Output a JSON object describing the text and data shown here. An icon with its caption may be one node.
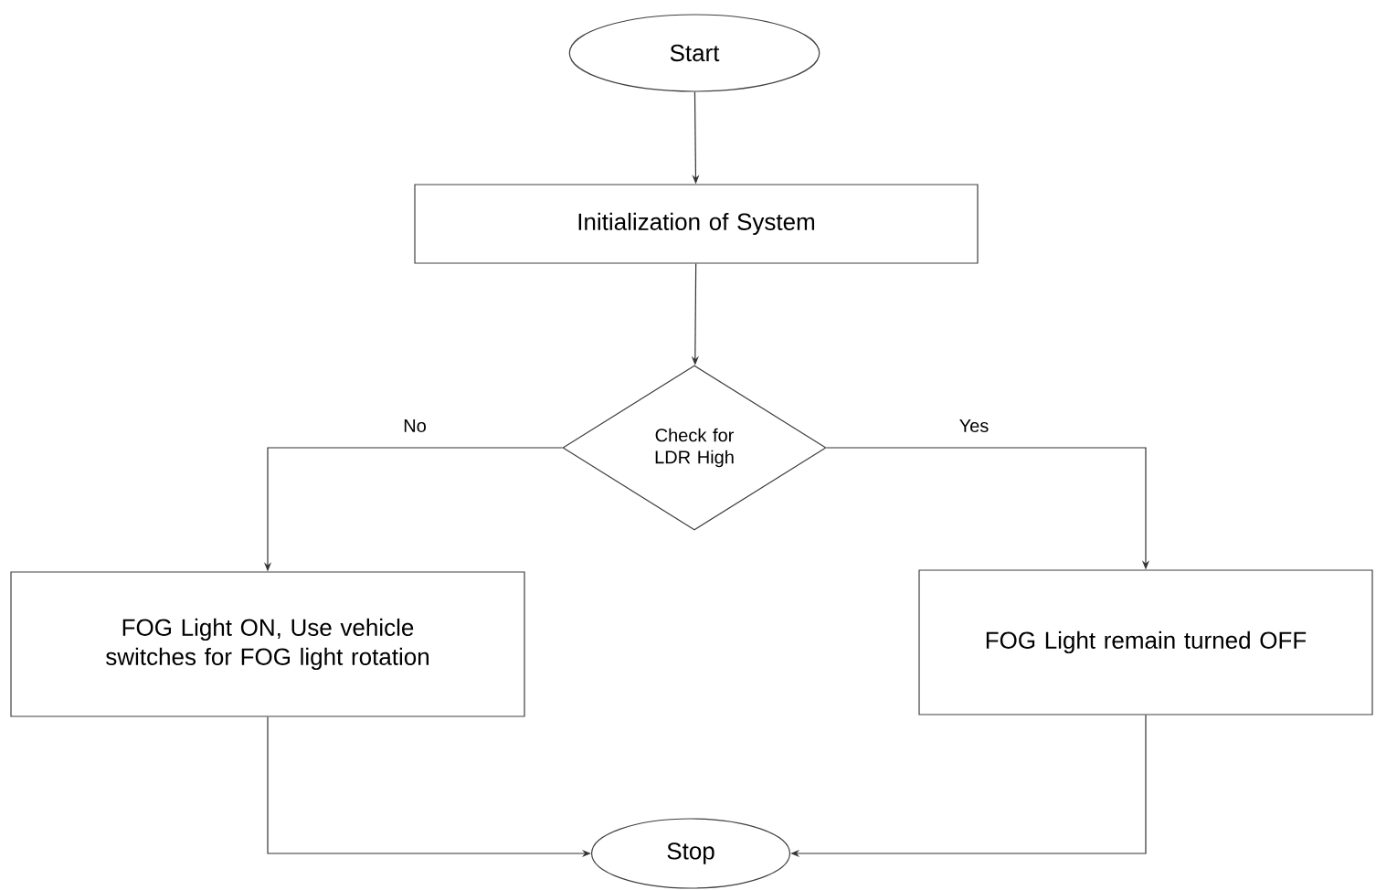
{
  "diagram": {
    "nodes": [
      {
        "text": [
          "Start"
        ]
      },
      {
        "text": [
          "Initialization of System"
        ]
      },
      {
        "text": [
          "Check for LDR High"
        ]
      },
      {
        "text": [
          "FOG Light ON, Use vehicle switches for FOG light rotation"
        ]
      },
      {
        "text": [
          "FOG Light remain turned OFF"
        ]
      },
      {
        "text": [
          "Stop"
        ]
      }
    ],
    "edges": [
      {
        "from": 0,
        "to": 1,
        "arrow": "to"
      },
      {
        "from": 1,
        "to": 2,
        "arrow": "to"
      },
      {
        "from": 2,
        "to": 3,
        "arrow": "to",
        "label": "No"
      },
      {
        "from": 2,
        "to": 4,
        "arrow": "to",
        "label": "Yes"
      },
      {
        "from": 3,
        "to": 5,
        "arrow": "to"
      },
      {
        "from": 4,
        "to": 5,
        "arrow": "to"
      }
    ]
  }
}
